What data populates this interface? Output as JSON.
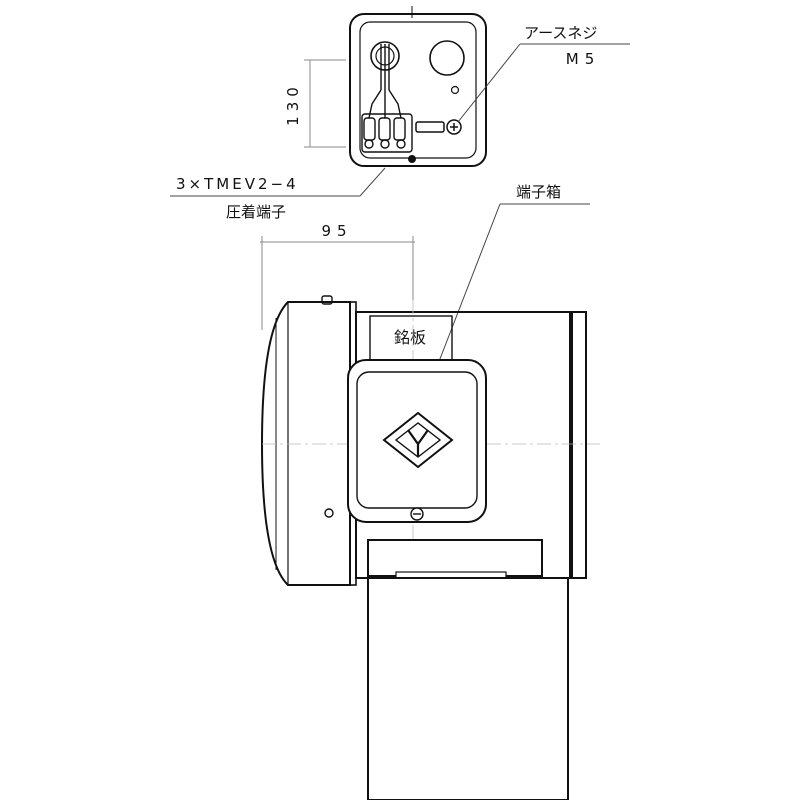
{
  "labels": {
    "earth_screw": "アースネジ",
    "earth_screw_size": "M5",
    "dim_height": "130",
    "dim_width": "95",
    "terminal_spec": "3×TMEV2−4",
    "terminal_type": "圧着端子",
    "terminal_box": "端子箱",
    "nameplate": "銘板"
  },
  "colors": {
    "line": "#111111",
    "leader": "#444444",
    "dim": "#888888"
  },
  "icons": {
    "logo": "maker-logo-diamond-icon",
    "screw": "screw-icon"
  }
}
